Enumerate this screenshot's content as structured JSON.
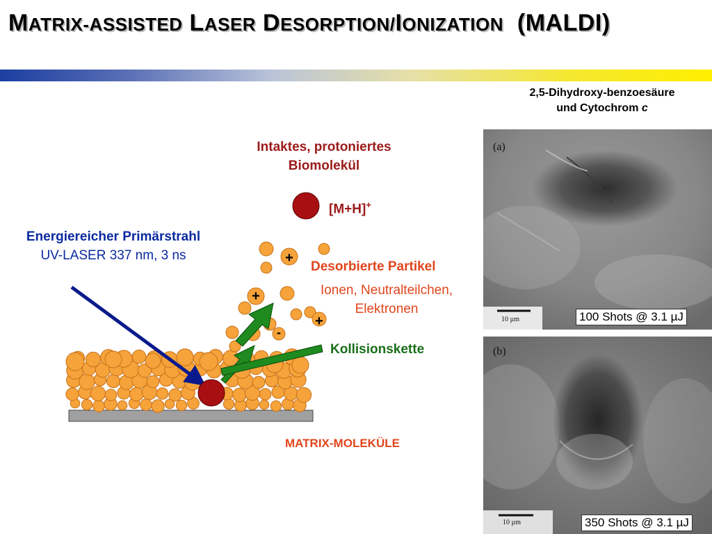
{
  "title": {
    "w1_cap": "M",
    "w1_rest": "ATRIX-ASSISTED",
    "w2_cap": "L",
    "w2_rest": "ASER",
    "w3_cap": "D",
    "w3_rest": "ESORPTION/",
    "w4_cap": "I",
    "w4_rest": "ONIZATION",
    "abbr": "(MALDI)"
  },
  "compound": {
    "line1": "2,5-Dihydroxy-benzoesäure",
    "line2": "und  Cytochrom ",
    "line2_italic": "c"
  },
  "biomolecule": {
    "line1": "Intaktes, protoniertes",
    "line2": "Biomolekül",
    "formula": "[M+H]",
    "charge": "+"
  },
  "laser": {
    "line1": "Energiereicher Primärstrahl",
    "line2": "UV-LASER 337 nm, 3 ns"
  },
  "desorbed": {
    "title": "Desorbierte Partikel",
    "line1": "Ionen, Neutralteilchen,",
    "line2": "Elektronen"
  },
  "collision": "Kollisionskette",
  "matrix_label": "MATRIX-MOLEKÜLE",
  "charges": {
    "plus": "+",
    "minus": "-"
  },
  "sem_images": [
    {
      "panel": "(a)",
      "scale": "10 µm",
      "caption": "100 Shots @ 3.1 µJ"
    },
    {
      "panel": "(b)",
      "scale": "10 µm",
      "caption": "350 Shots @ 3.1 µJ"
    }
  ],
  "colors": {
    "matrix_particle": "#f5a33a",
    "particle_outline": "#c8701a",
    "biomolecule": "#a80f12",
    "laser_arrow": "#0a1a8c",
    "green_arrow": "#1f8a1f",
    "substrate": "#a0a0a0"
  }
}
